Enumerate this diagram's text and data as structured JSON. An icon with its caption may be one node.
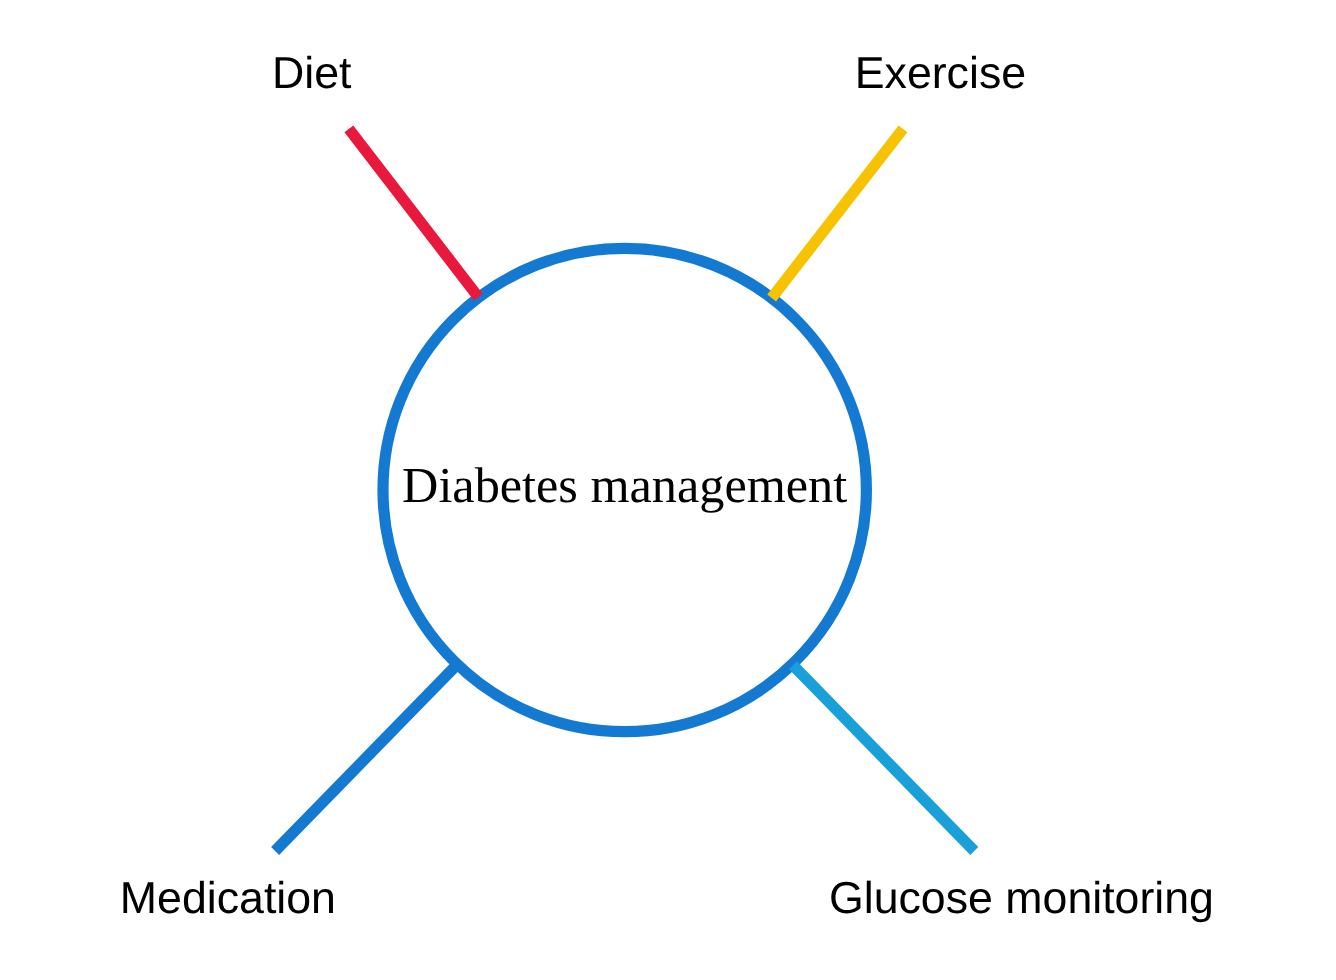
{
  "diagram": {
    "nodes": [
      {
        "text": [
          "Diet"
        ]
      },
      {
        "text": [
          "Exercise"
        ]
      },
      {
        "text": [
          "Diabetes management"
        ]
      },
      {
        "text": [
          "Medication"
        ]
      },
      {
        "text": [
          "Glucose monitoring"
        ]
      }
    ],
    "edges": [
      {
        "from": 0,
        "to": 2,
        "arrow": "none",
        "color": "#e8193c"
      },
      {
        "from": 1,
        "to": 2,
        "arrow": "none",
        "color": "#f7c200"
      },
      {
        "from": 3,
        "to": 2,
        "arrow": "none",
        "color": "#1479d0"
      },
      {
        "from": 4,
        "to": 2,
        "arrow": "none",
        "color": "#19a0d8"
      }
    ]
  }
}
